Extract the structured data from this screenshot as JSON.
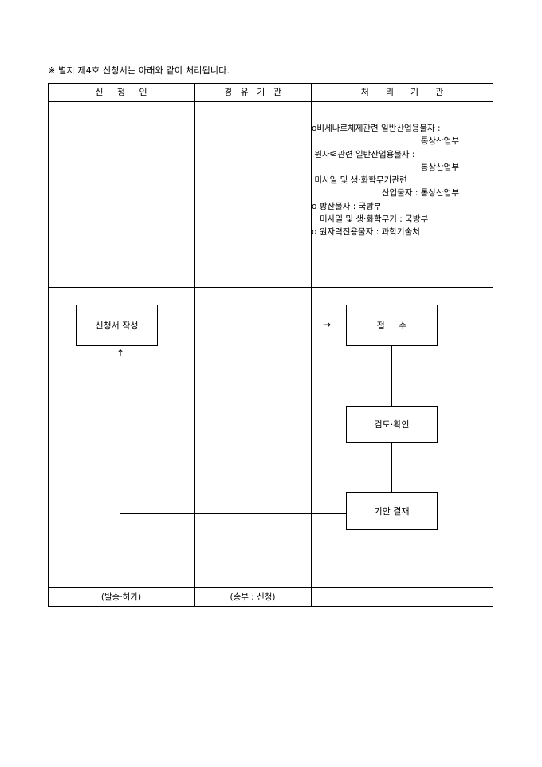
{
  "note": "※  별지 제4호 신청서는 아래와 같이 처리됩니다.",
  "headers": {
    "applicant": "신     청     인",
    "via": "경   유   기   관",
    "processing": "처      리      기      관"
  },
  "agencies": [
    "o비세나르체제관련 일반산업용물자 :",
    "통상산업부",
    " 원자력관련 일반산업용물자 :",
    "통상산업부",
    " 미사일 및 생·화학무기관련",
    "산업물자 : 통상산업부",
    "",
    "o 방산물자 : 국방부",
    "   미사일 및 생·화학무기 : 국방부",
    "",
    "o 원자력전용물자 : 과학기술처"
  ],
  "flow": {
    "write": "신청서 작성",
    "receive": "접     수",
    "review": "검토·확인",
    "approval": "기안 결재",
    "arrow_right": "→",
    "arrow_up": "↑"
  },
  "footer": {
    "applicant": "(발송·허가)",
    "via": "(송부 : 신청)",
    "processing": ""
  }
}
